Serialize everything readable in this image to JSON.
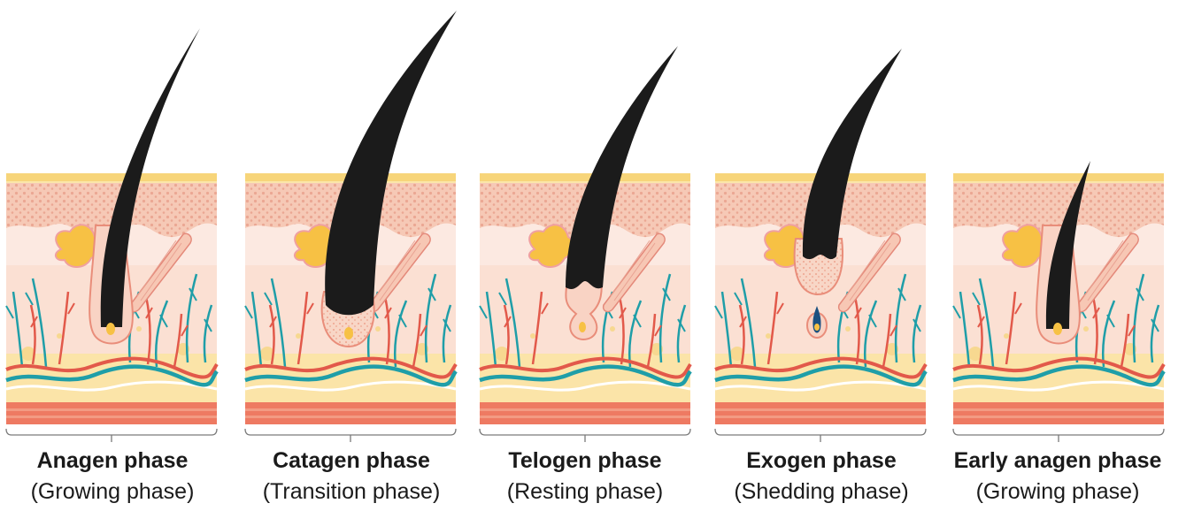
{
  "phases": [
    {
      "key": "anagen",
      "title": "Anagen phase",
      "subtitle": "(Growing phase)"
    },
    {
      "key": "catagen",
      "title": "Catagen phase",
      "subtitle": "(Transition phase)"
    },
    {
      "key": "telogen",
      "title": "Telogen phase",
      "subtitle": "(Resting phase)"
    },
    {
      "key": "exogen",
      "title": "Exogen phase",
      "subtitle": "(Shedding phase)"
    },
    {
      "key": "early-anagen",
      "title": "Early anagen phase",
      "subtitle": "(Growing phase)"
    }
  ],
  "colors": {
    "surface": "#f7d57a",
    "epidermis": "#f6cbb9",
    "dermis": "#fce9e1",
    "hair": "#1b1b1b",
    "follicle": "#f4b8a4",
    "gland": "#f7c144",
    "artery": "#e2594a",
    "vein": "#1f9ea8",
    "fat": "#fbe4a8",
    "muscle": "#ee7a62"
  }
}
